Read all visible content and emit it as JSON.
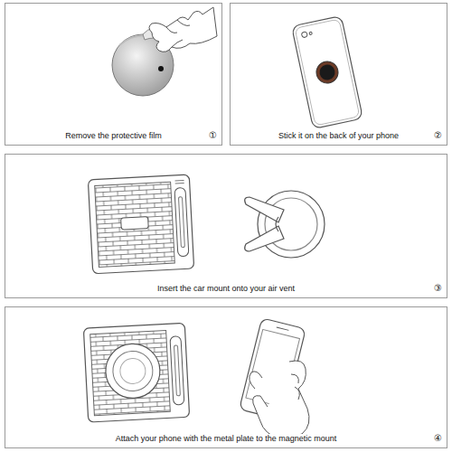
{
  "diagram": {
    "nodes": [
      {
        "text": [
          "Remove the protective film",
          "①"
        ]
      },
      {
        "text": [
          "Stick it on the back of your phone",
          "②"
        ]
      },
      {
        "text": [
          "Insert the car mount onto your air vent",
          "③"
        ]
      },
      {
        "text": [
          "Attach your phone with the metal plate to the magnetic mount",
          "④"
        ]
      }
    ]
  }
}
